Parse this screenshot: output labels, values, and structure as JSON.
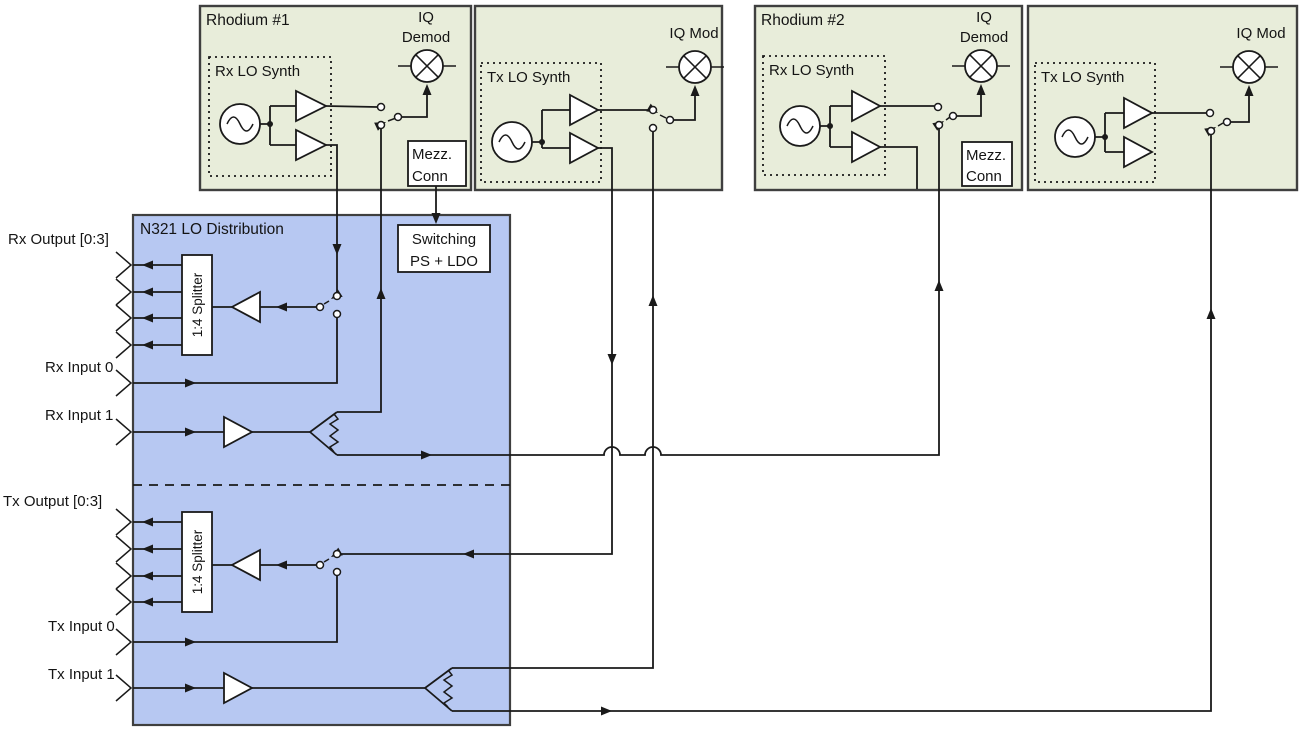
{
  "colors": {
    "module_fill": "#e8edda",
    "module_border": "#3f3f3f",
    "distribution_fill": "#b7c8f2",
    "wire": "#1a1a1a",
    "inner_box_fill": "#ffffff"
  },
  "modules": [
    {
      "title": "Rhodium #1",
      "synth_label": "Rx LO Synth",
      "mixer_lines": [
        "IQ",
        "Demod"
      ],
      "mezz_lines": [
        "Mezz.",
        "Conn"
      ]
    },
    {
      "synth_label": "Tx LO Synth",
      "mixer_lines": [
        "IQ Mod"
      ]
    },
    {
      "title": "Rhodium #2",
      "synth_label": "Rx LO Synth",
      "mixer_lines": [
        "IQ",
        "Demod"
      ],
      "mezz_lines": [
        "Mezz.",
        "Conn"
      ]
    },
    {
      "synth_label": "Tx LO Synth",
      "mixer_lines": [
        "IQ Mod"
      ]
    }
  ],
  "distribution": {
    "title": "N321 LO Distribution",
    "splitter_label": "1:4 Splitter",
    "psu_lines": [
      "Switching",
      "PS + LDO"
    ],
    "ports": {
      "rx_output": "Rx Output [0:3]",
      "rx_input_0": "Rx Input 0",
      "rx_input_1": "Rx Input 1",
      "tx_output": "Tx Output [0:3]",
      "tx_input_0": "Tx Input 0",
      "tx_input_1": "Tx Input 1"
    }
  }
}
